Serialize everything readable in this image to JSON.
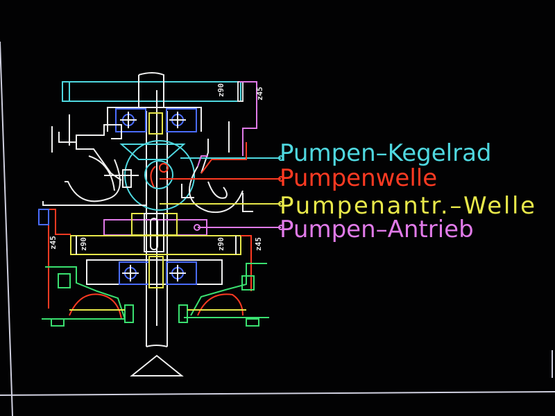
{
  "drawing": {
    "labels": [
      {
        "text": "Pumpen–Kegelrad",
        "color": "#4fd8e0"
      },
      {
        "text": "Pumpenwelle",
        "color": "#ff3a22"
      },
      {
        "text": "Pumpenantr.–Welle",
        "color": "#e8e84a"
      },
      {
        "text": "Pumpen–Antrieb",
        "color": "#e07ae8"
      }
    ],
    "dimensions": {
      "top_z90": "z90",
      "top_z45": "z45",
      "left_z45": "z45",
      "left_z90": "z90",
      "right_z90": "z90",
      "right_z45": "z45"
    },
    "colors": {
      "white": "#f0f0f0",
      "cyan": "#4fd8e0",
      "red": "#ff3a22",
      "yellow": "#e8e84a",
      "magenta": "#e07ae8",
      "blue": "#4a6cff",
      "green": "#3ae070"
    }
  }
}
